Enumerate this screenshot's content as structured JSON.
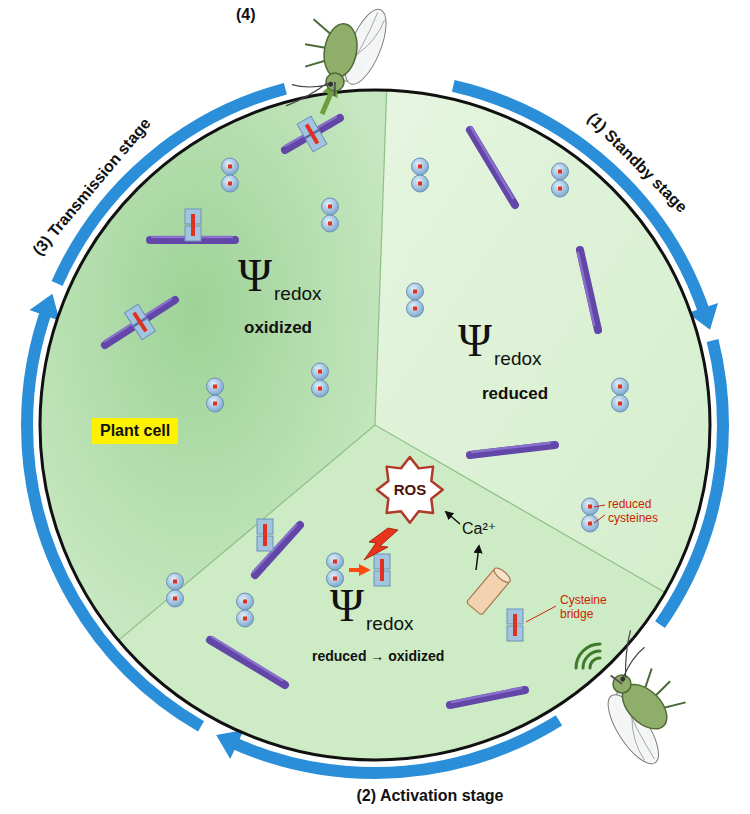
{
  "diagram": {
    "nodes": [
      {
        "text": [
          "ROS"
        ]
      },
      {
        "text": [
          "Plant cell"
        ]
      }
    ],
    "labels": [
      "(1) Standby stage",
      "(2) Activation stage",
      "(3) Transmission stage",
      "(4)",
      "Ψ",
      "redox",
      "reduced",
      "reduced cysteines",
      "Cysteine bridge",
      "Ca²⁺",
      "Ψ",
      "redox",
      "reduced → oxidized",
      "Ψ",
      "redox",
      "oxidized"
    ]
  }
}
